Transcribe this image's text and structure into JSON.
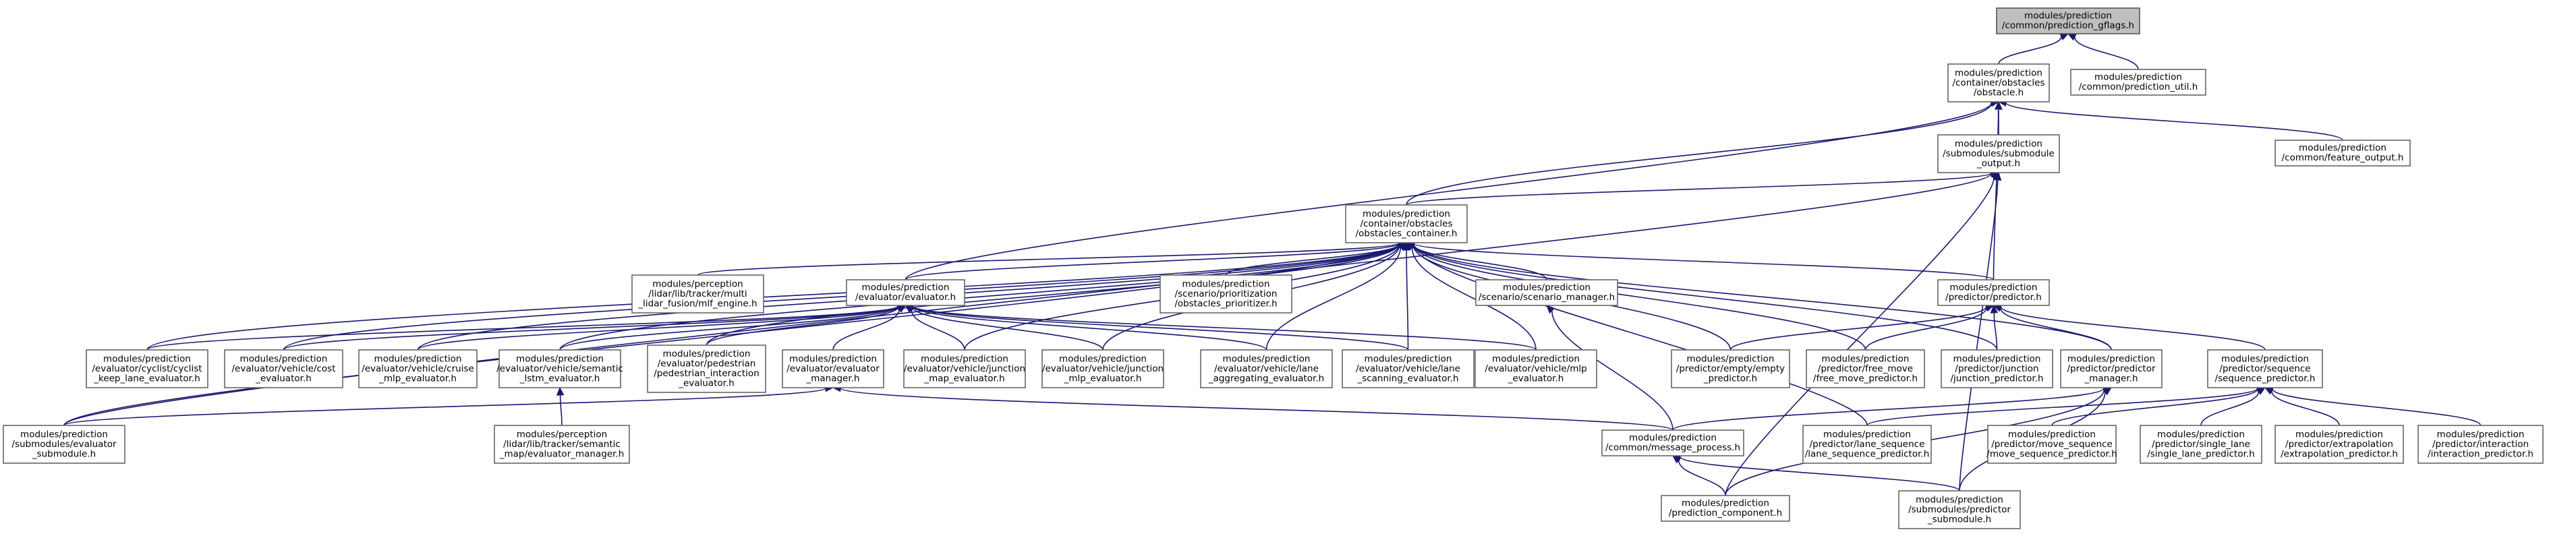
{
  "nodes": [
    {
      "id": "gflags",
      "root": true,
      "lines": [
        "modules/prediction",
        "/common/prediction_gflags.h"
      ]
    },
    {
      "id": "obstacle",
      "lines": [
        "modules/prediction",
        "/container/obstacles",
        "/obstacle.h"
      ]
    },
    {
      "id": "util",
      "lines": [
        "modules/prediction",
        "/common/prediction_util.h"
      ]
    },
    {
      "id": "submodule_output",
      "lines": [
        "modules/prediction",
        "/submodules/submodule",
        "_output.h"
      ]
    },
    {
      "id": "feature_output",
      "lines": [
        "modules/prediction",
        "/common/feature_output.h"
      ]
    },
    {
      "id": "obs_container",
      "lines": [
        "modules/prediction",
        "/container/obstacles",
        "/obstacles_container.h"
      ]
    },
    {
      "id": "mlf_engine",
      "lines": [
        "modules/perception",
        "/lidar/lib/tracker/multi",
        "_lidar_fusion/mlf_engine.h"
      ]
    },
    {
      "id": "evaluator",
      "lines": [
        "modules/prediction",
        "/evaluator/evaluator.h"
      ]
    },
    {
      "id": "obs_prioritizer",
      "lines": [
        "modules/prediction",
        "/scenario/prioritization",
        "/obstacles_prioritizer.h"
      ]
    },
    {
      "id": "scenario_manager",
      "lines": [
        "modules/prediction",
        "/scenario/scenario_manager.h"
      ]
    },
    {
      "id": "predictor",
      "lines": [
        "modules/prediction",
        "/predictor/predictor.h"
      ]
    },
    {
      "id": "cyclist",
      "lines": [
        "modules/prediction",
        "/evaluator/cyclist/cyclist",
        "_keep_lane_evaluator.h"
      ]
    },
    {
      "id": "cost_eval",
      "lines": [
        "modules/prediction",
        "/evaluator/vehicle/cost",
        "_evaluator.h"
      ]
    },
    {
      "id": "cruise",
      "lines": [
        "modules/prediction",
        "/evaluator/vehicle/cruise",
        "_mlp_evaluator.h"
      ]
    },
    {
      "id": "semantic_lstm",
      "lines": [
        "modules/prediction",
        "/evaluator/vehicle/semantic",
        "_lstm_evaluator.h"
      ]
    },
    {
      "id": "pedestrian",
      "lines": [
        "modules/prediction",
        "/evaluator/pedestrian",
        "/pedestrian_interaction",
        "_evaluator.h"
      ]
    },
    {
      "id": "eval_manager",
      "lines": [
        "modules/prediction",
        "/evaluator/evaluator",
        "_manager.h"
      ]
    },
    {
      "id": "junction_map",
      "lines": [
        "modules/prediction",
        "/evaluator/vehicle/junction",
        "_map_evaluator.h"
      ]
    },
    {
      "id": "junction_mlp",
      "lines": [
        "modules/prediction",
        "/evaluator/vehicle/junction",
        "_mlp_evaluator.h"
      ]
    },
    {
      "id": "lane_agg",
      "lines": [
        "modules/prediction",
        "/evaluator/vehicle/lane",
        "_aggregating_evaluator.h"
      ]
    },
    {
      "id": "lane_scan",
      "lines": [
        "modules/prediction",
        "/evaluator/vehicle/lane",
        "_scanning_evaluator.h"
      ]
    },
    {
      "id": "mlp_eval",
      "lines": [
        "modules/prediction",
        "/evaluator/vehicle/mlp",
        "_evaluator.h"
      ]
    },
    {
      "id": "empty_pred",
      "lines": [
        "modules/prediction",
        "/predictor/empty/empty",
        "_predictor.h"
      ]
    },
    {
      "id": "free_move",
      "lines": [
        "modules/prediction",
        "/predictor/free_move",
        "/free_move_predictor.h"
      ]
    },
    {
      "id": "junction_pred",
      "lines": [
        "modules/prediction",
        "/predictor/junction",
        "/junction_predictor.h"
      ]
    },
    {
      "id": "pred_manager",
      "lines": [
        "modules/prediction",
        "/predictor/predictor",
        "_manager.h"
      ]
    },
    {
      "id": "seq_pred",
      "lines": [
        "modules/prediction",
        "/predictor/sequence",
        "/sequence_predictor.h"
      ]
    },
    {
      "id": "eval_submodule",
      "lines": [
        "modules/prediction",
        "/submodules/evaluator",
        "_submodule.h"
      ]
    },
    {
      "id": "semantic_map",
      "lines": [
        "modules/perception",
        "/lidar/lib/tracker/semantic",
        "_map/evaluator_manager.h"
      ]
    },
    {
      "id": "msg_process",
      "lines": [
        "modules/prediction",
        "/common/message_process.h"
      ]
    },
    {
      "id": "lane_seq",
      "lines": [
        "modules/prediction",
        "/predictor/lane_sequence",
        "/lane_sequence_predictor.h"
      ]
    },
    {
      "id": "move_seq",
      "lines": [
        "modules/prediction",
        "/predictor/move_sequence",
        "/move_sequence_predictor.h"
      ]
    },
    {
      "id": "single_lane",
      "lines": [
        "modules/prediction",
        "/predictor/single_lane",
        "/single_lane_predictor.h"
      ]
    },
    {
      "id": "extrapolation",
      "lines": [
        "modules/prediction",
        "/predictor/extrapolation",
        "/extrapolation_predictor.h"
      ]
    },
    {
      "id": "interaction",
      "lines": [
        "modules/prediction",
        "/predictor/interaction",
        "/interaction_predictor.h"
      ]
    },
    {
      "id": "pred_component",
      "lines": [
        "modules/prediction",
        "/prediction_component.h"
      ]
    },
    {
      "id": "pred_submodule",
      "lines": [
        "modules/prediction",
        "/submodules/predictor",
        "_submodule.h"
      ]
    }
  ],
  "edges": [
    [
      "obstacle",
      "gflags"
    ],
    [
      "util",
      "gflags"
    ],
    [
      "submodule_output",
      "obstacle"
    ],
    [
      "feature_output",
      "obstacle"
    ],
    [
      "obs_container",
      "obstacle"
    ],
    [
      "evaluator",
      "obstacle"
    ],
    [
      "predictor",
      "obstacle"
    ],
    [
      "obs_container",
      "submodule_output"
    ],
    [
      "eval_submodule",
      "submodule_output"
    ],
    [
      "pred_submodule",
      "submodule_output"
    ],
    [
      "pred_component",
      "submodule_output"
    ],
    [
      "mlf_engine",
      "obs_container"
    ],
    [
      "evaluator",
      "obs_container"
    ],
    [
      "obs_prioritizer",
      "obs_container"
    ],
    [
      "scenario_manager",
      "obs_container"
    ],
    [
      "predictor",
      "obs_container"
    ],
    [
      "cyclist",
      "obs_container"
    ],
    [
      "cost_eval",
      "obs_container"
    ],
    [
      "cruise",
      "obs_container"
    ],
    [
      "semantic_lstm",
      "obs_container"
    ],
    [
      "pedestrian",
      "obs_container"
    ],
    [
      "junction_map",
      "obs_container"
    ],
    [
      "junction_mlp",
      "obs_container"
    ],
    [
      "lane_agg",
      "obs_container"
    ],
    [
      "lane_scan",
      "obs_container"
    ],
    [
      "mlp_eval",
      "obs_container"
    ],
    [
      "empty_pred",
      "obs_container"
    ],
    [
      "free_move",
      "obs_container"
    ],
    [
      "junction_pred",
      "obs_container"
    ],
    [
      "pred_manager",
      "obs_container"
    ],
    [
      "lane_seq",
      "obs_container"
    ],
    [
      "eval_submodule",
      "obs_container"
    ],
    [
      "cyclist",
      "evaluator"
    ],
    [
      "cost_eval",
      "evaluator"
    ],
    [
      "cruise",
      "evaluator"
    ],
    [
      "semantic_lstm",
      "evaluator"
    ],
    [
      "pedestrian",
      "evaluator"
    ],
    [
      "eval_manager",
      "evaluator"
    ],
    [
      "junction_map",
      "evaluator"
    ],
    [
      "junction_mlp",
      "evaluator"
    ],
    [
      "lane_agg",
      "evaluator"
    ],
    [
      "lane_scan",
      "evaluator"
    ],
    [
      "mlp_eval",
      "evaluator"
    ],
    [
      "semantic_map",
      "semantic_lstm"
    ],
    [
      "eval_submodule",
      "eval_manager"
    ],
    [
      "msg_process",
      "eval_manager"
    ],
    [
      "msg_process",
      "scenario_manager"
    ],
    [
      "empty_pred",
      "predictor"
    ],
    [
      "free_move",
      "predictor"
    ],
    [
      "junction_pred",
      "predictor"
    ],
    [
      "pred_manager",
      "predictor"
    ],
    [
      "seq_pred",
      "predictor"
    ],
    [
      "msg_process",
      "pred_manager"
    ],
    [
      "pred_component",
      "pred_manager"
    ],
    [
      "pred_submodule",
      "pred_manager"
    ],
    [
      "lane_seq",
      "seq_pred"
    ],
    [
      "move_seq",
      "seq_pred"
    ],
    [
      "single_lane",
      "seq_pred"
    ],
    [
      "extrapolation",
      "seq_pred"
    ],
    [
      "interaction",
      "seq_pred"
    ],
    [
      "pred_component",
      "msg_process"
    ],
    [
      "pred_submodule",
      "msg_process"
    ]
  ]
}
